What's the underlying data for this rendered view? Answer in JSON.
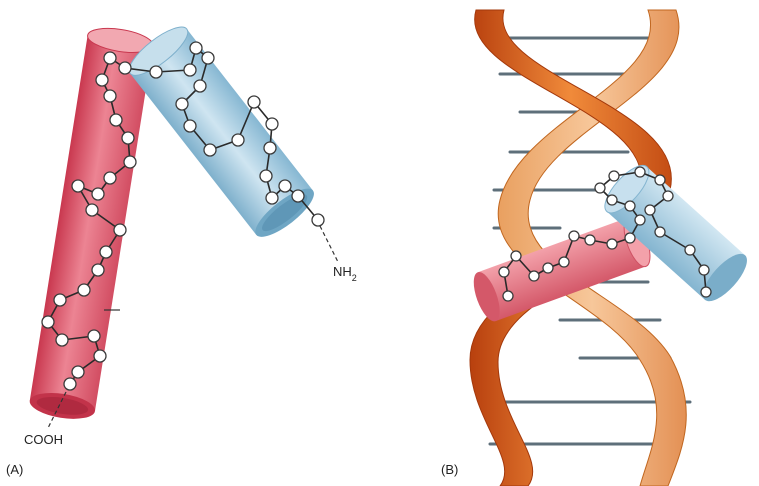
{
  "panel_a": {
    "label": "(A)",
    "terminal_c": "COOH",
    "terminal_n_main": "NH",
    "terminal_n_sub": "2",
    "red_helix_color": "#e46b7c",
    "blue_helix_color": "#9cc6dd"
  },
  "panel_b": {
    "label": "(B)",
    "dna_strand_color": "#d95a1c",
    "rung_color": "#5e6f7a",
    "red_helix_color": "#e97d88",
    "blue_helix_color": "#a8cde0"
  }
}
